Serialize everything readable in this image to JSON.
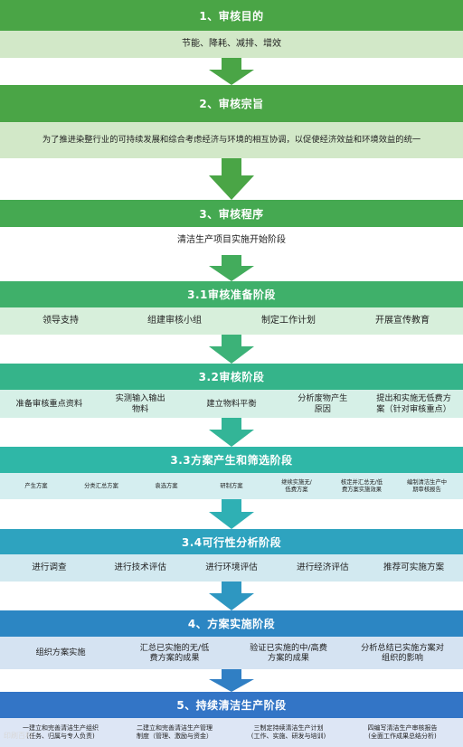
{
  "sections": [
    {
      "title": "1、审核目的",
      "items": [
        "节能、降耗、减排、增效"
      ]
    },
    {
      "title": "2、审核宗旨",
      "items": [
        "为了推进染整行业的可持续发展和综合考虑经济与环境的相互协调，以促使经济效益和环境效益的统一"
      ]
    },
    {
      "title": "3、审核程序",
      "items": [
        "清洁生产项目实施开始阶段"
      ]
    },
    {
      "title": "3.1审核准备阶段",
      "items": [
        "领导支持",
        "组建审核小组",
        "制定工作计划",
        "开展宣传教育"
      ]
    },
    {
      "title": "3.2审核阶段",
      "items": [
        "准备审核重点资料",
        "实测输入输出\n物料",
        "建立物料平衡",
        "分析废物产生\n原因",
        "提出和实施无低费方\n案（针对审核重点）"
      ]
    },
    {
      "title": "3.3方案产生和筛选阶段",
      "items": [
        "产生方案",
        "分类汇总方案",
        "袁选方案",
        "研制方案",
        "继续实施无/\n低费方案",
        "核定并汇总无/低\n费方案实施效果",
        "编制清洁生产中\n期审核报告"
      ]
    },
    {
      "title": "3.4可行性分析阶段",
      "items": [
        "进行调查",
        "进行技术评估",
        "进行环境评估",
        "进行经济评估",
        "推荐可实施方案"
      ]
    },
    {
      "title": "4、方案实施阶段",
      "items": [
        "组织方案实施",
        "汇总已实施的无/低\n费方案的成果",
        "验证已实施的中/高费\n方案的成果",
        "分析总结已实施方案对\n组织的影响"
      ]
    },
    {
      "title": "5、持续清洁生产阶段",
      "items": [
        "一建立和完善清洁生产组织\n(任务、归属与专人负责)",
        "二建立和完善清洁生产管理\n制度（管理、激励与资金）",
        "三制定持续清洁生产计划\n(工作、实施、研发与培训)",
        "四编写清洁生产审核报告\n(全面工作成果总结分析)"
      ]
    }
  ],
  "watermark": "印刷百科",
  "colors": {
    "header": [
      "#4aa546",
      "#4aa546",
      "#45a951",
      "#3fb06a",
      "#35b48a",
      "#2fb7a7",
      "#2ea3bf",
      "#2c86c3",
      "#3375c6"
    ],
    "band": [
      "#d2e8c8",
      "#d2e8c8",
      "#ffffff",
      "#d7efdb",
      "#d6f0e7",
      "#d5eef0",
      "#d2e9f0",
      "#d5e3f2",
      "#dde6f5"
    ],
    "arrow": [
      "#4aa546",
      "#4aa546",
      "#43ac5c",
      "#3cb278",
      "#33b597",
      "#2fb0b4",
      "#2e97c1",
      "#307fc4"
    ]
  }
}
